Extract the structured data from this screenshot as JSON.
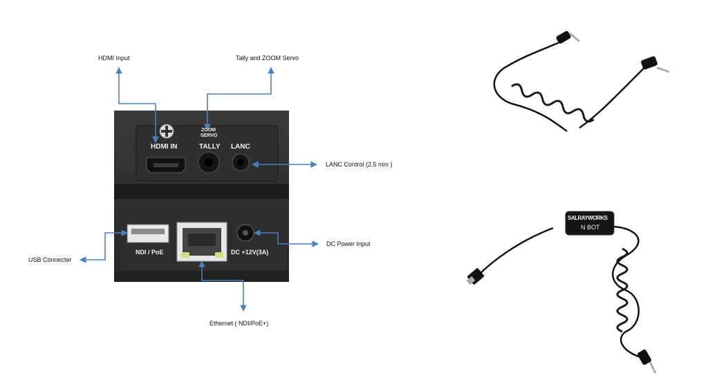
{
  "callouts": {
    "hdmi_input": "HDMI Input",
    "tally_zoom": "Tally and ZOOM Servo",
    "lanc_control": "LANC Control (2.5 mm )",
    "dc_power": "DC Power Input",
    "usb": "USB Connecter",
    "ethernet": "Ethernet ( NDI/PoE+)"
  },
  "panel_labels": {
    "hdmi_in": "HDMI IN",
    "zoom": "ZOOM",
    "servo": "SERVO",
    "tally": "TALLY",
    "lanc": "LANC",
    "ndi_poe": "NDI / PoE",
    "dc": "DC +12V(3A)"
  },
  "cable_tag": {
    "brand": "SALRAYWORKS",
    "model": "N BOT"
  },
  "colors": {
    "arrow": "#4a7fc1",
    "panel": "#2b2b2b",
    "panel_dark": "#1c1c1c"
  }
}
